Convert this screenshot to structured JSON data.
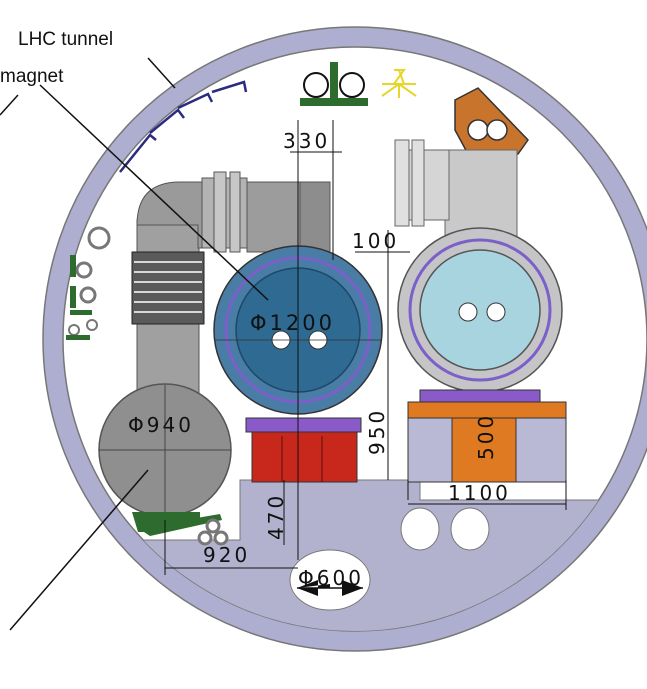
{
  "labels": {
    "tunnel": "LHC tunnel",
    "magnet": "magnet"
  },
  "dimensions": {
    "d330": "330",
    "d100": "100",
    "d1200": "Φ1200",
    "d940": "Φ940",
    "d950": "950",
    "d500": "500",
    "d1100": "1100",
    "d470": "470",
    "d920": "920",
    "d600": "Φ600"
  },
  "colors": {
    "tunnel_ring": "#aeaed0",
    "tunnel_floor": "#b2b2cf",
    "pipe_gray": "#9a9a9a",
    "magnet_blue": "#2f6a93",
    "magnet_light": "#a8d4df",
    "support_red": "#c8281c",
    "support_orange": "#e07a22",
    "support_purple": "#8a5ac9",
    "rack_green": "#2e6b2e",
    "light_yellow": "#e6d62a",
    "brown": "#c8742c",
    "cable_tray": "#2b2b80"
  }
}
